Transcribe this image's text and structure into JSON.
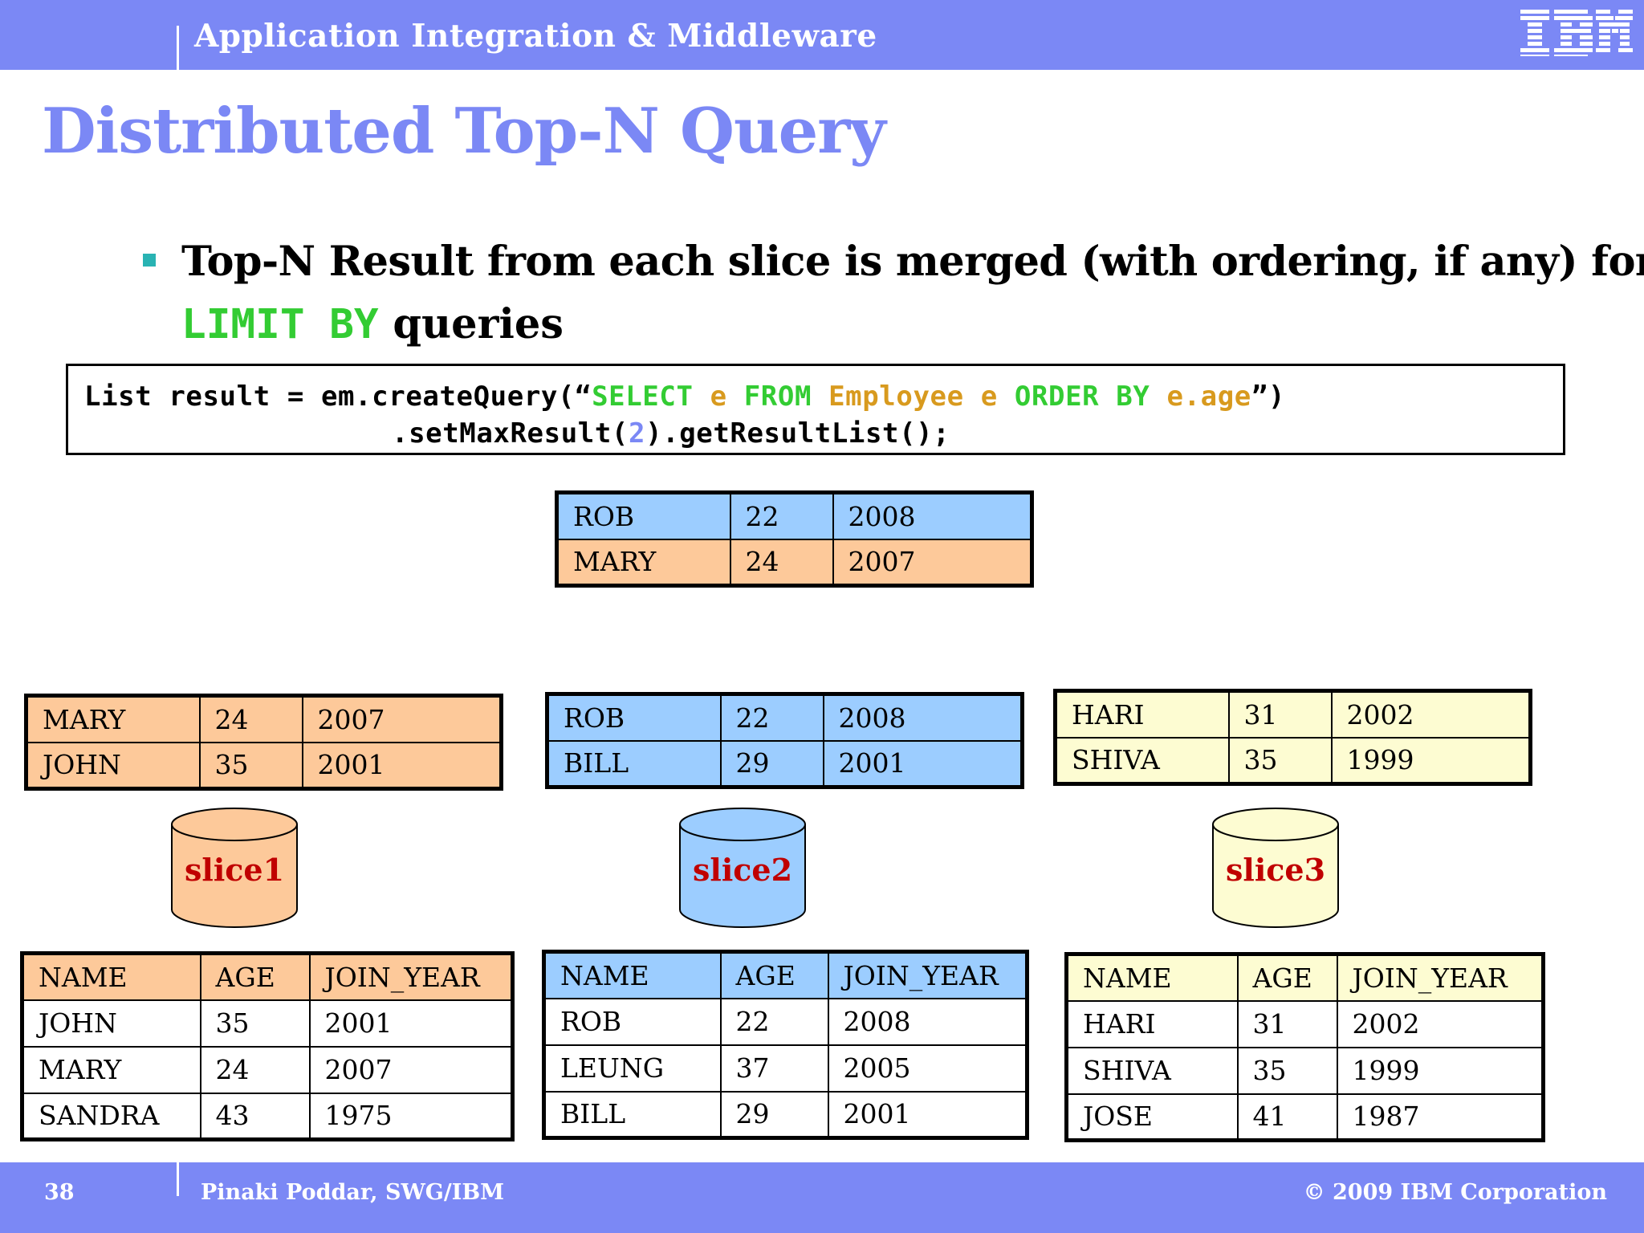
{
  "header": {
    "title": "Application Integration & Middleware",
    "logo": "IBM"
  },
  "slide": {
    "title": "Distributed Top-N Query",
    "bullet": {
      "line1": "Top-N Result from each slice is merged (with ordering, if any) for",
      "keyword": "LIMIT BY",
      "line2_rest": " queries"
    },
    "code": {
      "line1": [
        "List result = em.createQuery(“",
        "SELECT ",
        "e ",
        "FROM ",
        "Employee e ",
        "ORDER BY ",
        "e.age",
        "”)"
      ],
      "line2": [
        ".setMaxResult(",
        "2",
        ").getResultList();"
      ]
    }
  },
  "merged_result": [
    [
      "ROB",
      "22",
      "2008"
    ],
    [
      "MARY",
      "24",
      "2007"
    ]
  ],
  "slices": [
    {
      "label": "slice1",
      "top_n": [
        [
          "MARY",
          "24",
          "2007"
        ],
        [
          "JOHN",
          "35",
          "2001"
        ]
      ],
      "header": [
        "NAME",
        "AGE",
        "JOIN_YEAR"
      ],
      "rows": [
        [
          "JOHN",
          "35",
          "2001"
        ],
        [
          "MARY",
          "24",
          "2007"
        ],
        [
          "SANDRA",
          "43",
          "1975"
        ]
      ]
    },
    {
      "label": "slice2",
      "top_n": [
        [
          "ROB",
          "22",
          "2008"
        ],
        [
          "BILL",
          "29",
          "2001"
        ]
      ],
      "header": [
        "NAME",
        "AGE",
        "JOIN_YEAR"
      ],
      "rows": [
        [
          "ROB",
          "22",
          "2008"
        ],
        [
          "LEUNG",
          "37",
          "2005"
        ],
        [
          "BILL",
          "29",
          "2001"
        ]
      ]
    },
    {
      "label": "slice3",
      "top_n": [
        [
          "HARI",
          "31",
          "2002"
        ],
        [
          "SHIVA",
          "35",
          "1999"
        ]
      ],
      "header": [
        "NAME",
        "AGE",
        "JOIN_YEAR"
      ],
      "rows": [
        [
          "HARI",
          "31",
          "2002"
        ],
        [
          "SHIVA",
          "35",
          "1999"
        ],
        [
          "JOSE",
          "41",
          "1987"
        ]
      ]
    }
  ],
  "colors": {
    "band": "#7b88f5",
    "orange": "#fdc99a",
    "blue": "#9ccdff",
    "yellow": "#fdfcd2",
    "keyword": "#33cc33",
    "entity": "#d89a1e",
    "slice_label": "#c00000"
  },
  "footer": {
    "page": "38",
    "author": "Pinaki Poddar, SWG/IBM",
    "copyright": "© 2009 IBM Corporation"
  }
}
